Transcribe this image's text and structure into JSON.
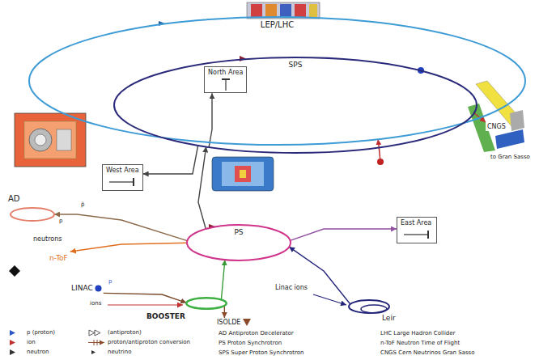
{
  "diagram": {
    "nodes": [
      {
        "text": [
          "LEP/LHC"
        ]
      },
      {
        "text": [
          "North Area"
        ]
      },
      {
        "text": [
          "SPS"
        ]
      },
      {
        "text": [
          "CNGS"
        ]
      },
      {
        "text": [
          "West Area"
        ]
      },
      {
        "text": [
          "AD"
        ]
      },
      {
        "text": [
          "n-ToF"
        ]
      },
      {
        "text": [
          "LINAC"
        ]
      },
      {
        "text": [
          "PS"
        ]
      },
      {
        "text": [
          "East Area"
        ]
      },
      {
        "text": [
          "BOOSTER"
        ]
      },
      {
        "text": [
          "ISOLDE"
        ]
      },
      {
        "text": [
          "Leir"
        ]
      }
    ],
    "edges": [
      {
        "from": 7,
        "to": 10,
        "arrow": "to"
      },
      {
        "from": 10,
        "to": 8,
        "arrow": "to"
      },
      {
        "from": 10,
        "to": 11,
        "arrow": "to"
      },
      {
        "from": 12,
        "to": 8,
        "arrow": "to"
      },
      {
        "from": 8,
        "to": 2,
        "arrow": "to"
      },
      {
        "from": 2,
        "to": 1,
        "arrow": "to"
      },
      {
        "from": 2,
        "to": 4,
        "arrow": "to"
      },
      {
        "from": 2,
        "to": 0,
        "arrow": "to"
      },
      {
        "from": 2,
        "to": 3,
        "arrow": "to"
      },
      {
        "from": 8,
        "to": 5,
        "arrow": "to"
      },
      {
        "from": 8,
        "to": 6,
        "label": "neutrons",
        "arrow": "to"
      },
      {
        "from": 8,
        "to": 9,
        "arrow": "to"
      }
    ],
    "labels": [
      "p",
      "ions",
      "Linac ions",
      "p",
      "p̄",
      "to Gran Sasso",
      "AD Antiproton Decelerator",
      "PS Proton Synchrotron",
      "SPS Super Proton Synchrotron",
      "LHC Large Hadron Collider",
      "n-ToF Neutron Time of Flight",
      "CNGS Cern Neutrinos Gran Sasso"
    ],
    "legend": [
      {
        "text": "p (proton)"
      },
      {
        "text": "ion"
      },
      {
        "text": "neutron"
      },
      {
        "text": "(antiproton)"
      },
      {
        "text": "proton/antiproton conversion"
      },
      {
        "text": "neutrino"
      }
    ]
  }
}
